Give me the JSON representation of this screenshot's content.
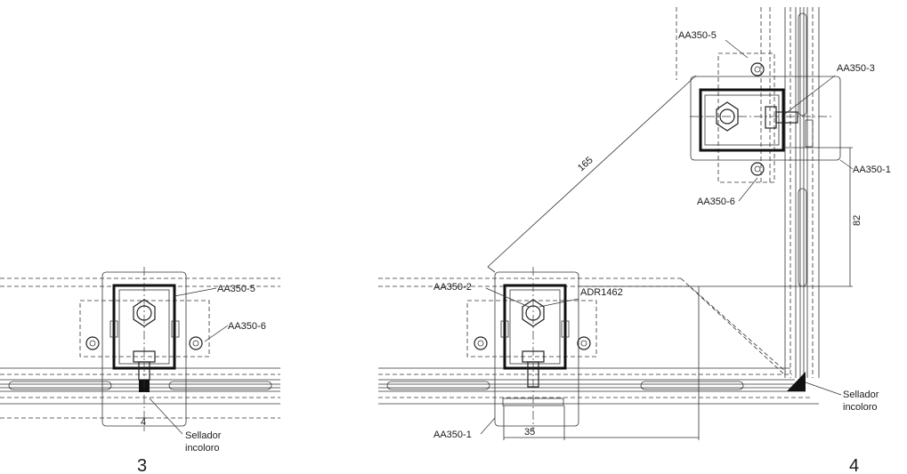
{
  "figures": {
    "left": {
      "number": "3"
    },
    "right": {
      "number": "4"
    }
  },
  "labels": {
    "left": {
      "part_top": "AA350-5",
      "part_bottom": "AA350-6",
      "dim_small": "4",
      "sealant_line1": "Sellador",
      "sealant_line2": "incoloro"
    },
    "right": {
      "part_a": "AA350-5",
      "part_b": "AA350-3",
      "part_c": "AA350-1",
      "part_d": "AA350-6",
      "part_e": "AA350-2",
      "part_f": "ADR1462",
      "part_g": "AA350-1",
      "dim_diagonal": "165",
      "dim_vertical": "82",
      "dim_horizontal": "35",
      "sealant_line1": "Sellador",
      "sealant_line2": "incoloro"
    }
  }
}
